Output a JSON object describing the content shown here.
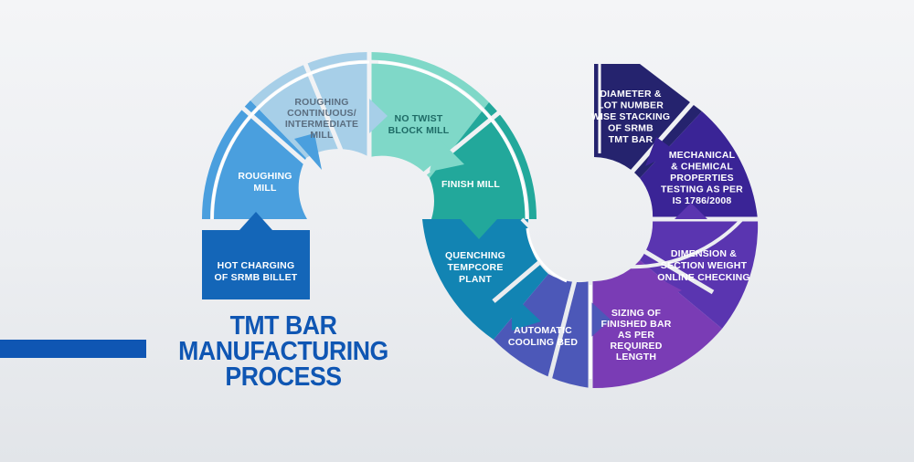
{
  "title": {
    "line1": "TMT BAR",
    "line2": "MANUFACTURING",
    "line3": "PROCESS"
  },
  "colors": {
    "title": "#0f56b3",
    "hot_charging": "#1466b8",
    "roughing_mill": "#4a9fde",
    "roughing_continuous": "#a7cfe8",
    "no_twist": "#7fd8c8",
    "finish_mill": "#22a89b",
    "quenching": "#1284b3",
    "cooling_bed": "#4c58b8",
    "sizing": "#7a3cb5",
    "dimension": "#5a35b0",
    "mechanical": "#3a2496",
    "diameter": "#25236e"
  },
  "steps": [
    {
      "id": "hot-charging",
      "lines": [
        "HOT CHARGING",
        "OF SRMB BILLET"
      ]
    },
    {
      "id": "roughing-mill",
      "lines": [
        "ROUGHING",
        "MILL"
      ]
    },
    {
      "id": "roughing-continuous",
      "lines": [
        "ROUGHING",
        "CONTINUOUS/",
        "INTERMEDIATE",
        "MILL"
      ]
    },
    {
      "id": "no-twist-block-mill",
      "lines": [
        "NO TWIST",
        "BLOCK MILL"
      ]
    },
    {
      "id": "finish-mill",
      "lines": [
        "FINISH MILL"
      ]
    },
    {
      "id": "quenching",
      "lines": [
        "QUENCHING",
        "TEMPCORE",
        "PLANT"
      ]
    },
    {
      "id": "cooling-bed",
      "lines": [
        "AUTOMATIC",
        "COOLING BED"
      ]
    },
    {
      "id": "sizing",
      "lines": [
        "SIZING OF",
        "FINISHED BAR",
        "AS PER",
        "REQUIRED",
        "LENGTH"
      ]
    },
    {
      "id": "dimension",
      "lines": [
        "DIMENSION &",
        "SECTION WEIGHT",
        "ONLINE CHECKING"
      ]
    },
    {
      "id": "mechanical",
      "lines": [
        "MECHANICAL",
        "& CHEMICAL",
        "PROPERTIES",
        "TESTING AS PER",
        "IS 1786/2008"
      ]
    },
    {
      "id": "diameter",
      "lines": [
        "DIAMETER &",
        "LOT NUMBER",
        "WISE STACKING",
        "OF SRMB",
        "TMT BAR"
      ]
    }
  ]
}
